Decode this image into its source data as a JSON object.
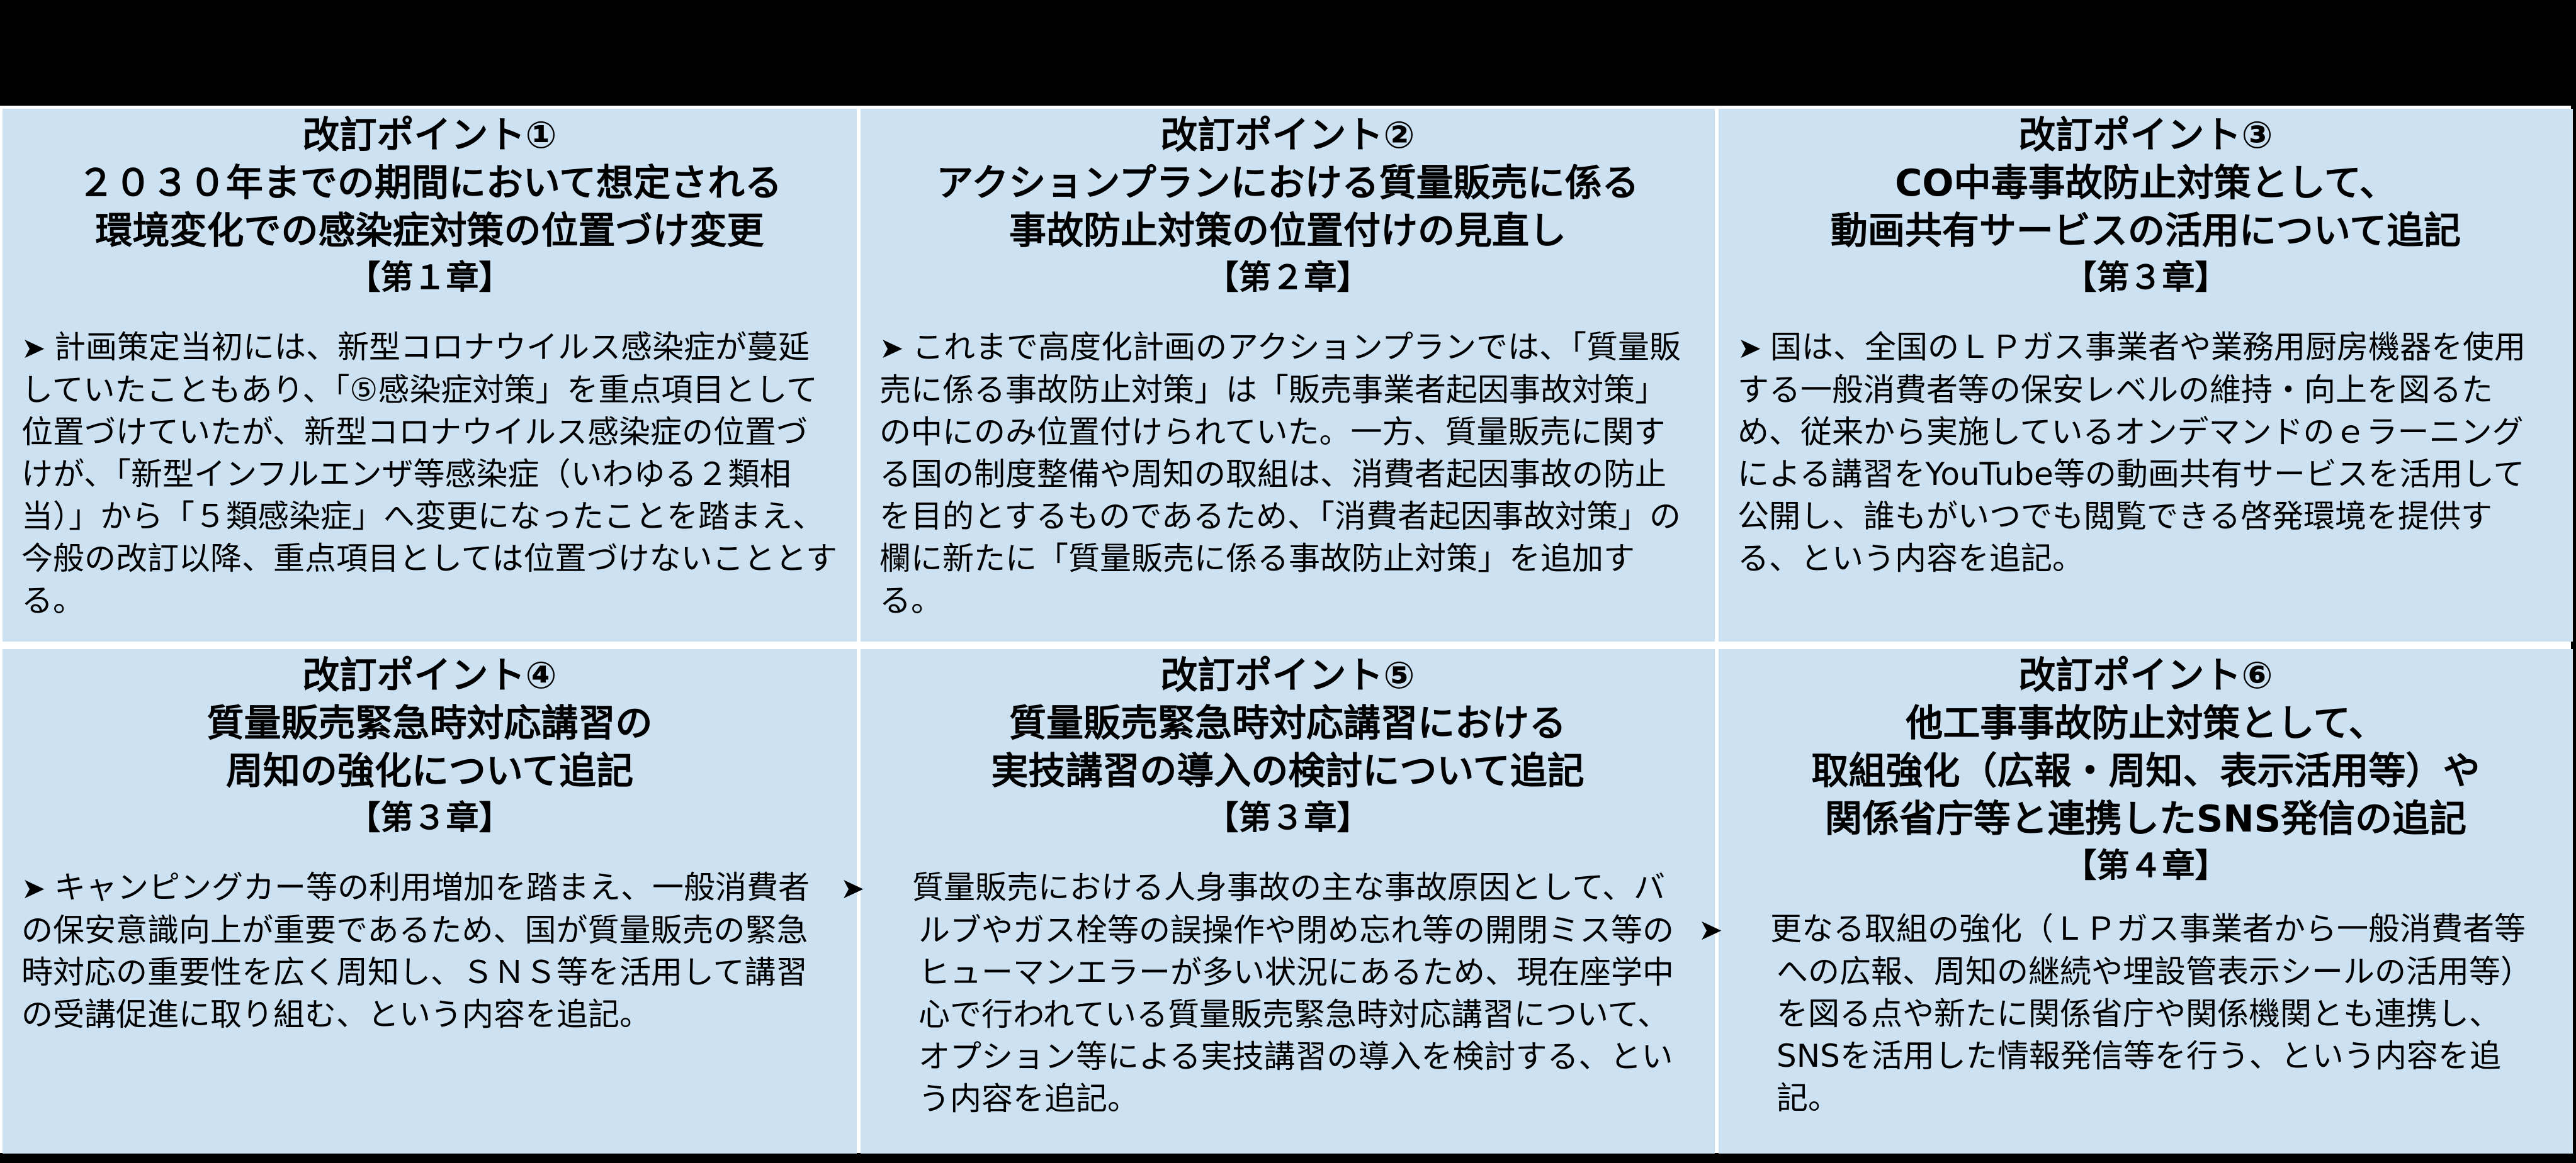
{
  "bullet_glyph": "➤",
  "points": [
    {
      "title": "改訂ポイント①",
      "subtitle_lines": [
        "２０３０年までの期間において想定される",
        "環境変化での感染症対策の位置づけ変更"
      ],
      "chapter": "【第１章】",
      "body": "計画策定当初には、新型コロナウイルス感染症が蔓延していたこともあり、「⑤感染症対策」を重点項目として位置づけていたが、新型コロナウイルス感染症の位置づけが、「新型インフルエンザ等感染症（いわゆる２類相当）」から「５類感染症」へ変更になったことを踏まえ、今般の改訂以降、重点項目としては位置づけないこととする。"
    },
    {
      "title": "改訂ポイント②",
      "subtitle_lines": [
        "アクションプランにおける質量販売に係る",
        "事故防止対策の位置付けの見直し"
      ],
      "chapter": "【第２章】",
      "body": "これまで高度化計画のアクションプランでは、「質量販売に係る事故防止対策」は「販売事業者起因事故対策」の中にのみ位置付けられていた。一方、質量販売に関する国の制度整備や周知の取組は、消費者起因事故の防止を目的とするものであるため、「消費者起因事故対策」の欄に新たに「質量販売に係る事故防止対策」を追加する。"
    },
    {
      "title": "改訂ポイント③",
      "subtitle_lines": [
        "CO中毒事故防止対策として、",
        "動画共有サービスの活用について追記"
      ],
      "chapter": "【第３章】",
      "body": "国は、全国のＬＰガス事業者や業務用厨房機器を使用する一般消費者等の保安レベルの維持・向上を図るため、従来から実施しているオンデマンドのｅラーニングによる講習をYouTube等の動画共有サービスを活用して公開し、誰もがいつでも閲覧できる啓発環境を提供する、という内容を追記。"
    },
    {
      "title": "改訂ポイント④",
      "subtitle_lines": [
        "質量販売緊急時対応講習の",
        "周知の強化について追記"
      ],
      "chapter": "【第３章】",
      "body": "キャンピングカー等の利用増加を踏まえ、一般消費者の保安意識向上が重要であるため、国が質量販売の緊急時対応の重要性を広く周知し、ＳＮＳ等を活用して講習の受講促進に取り組む、という内容を追記。"
    },
    {
      "title": "改訂ポイント⑤",
      "subtitle_lines": [
        "質量販売緊急時対応講習における",
        "実技講習の導入の検討について追記"
      ],
      "chapter": "【第３章】",
      "body": "質量販売における人身事故の主な事故原因として、バルブやガス栓等の誤操作や閉め忘れ等の開閉ミス等のヒューマンエラーが多い状況にあるため、現在座学中心で行われている質量販売緊急時対応講習について、オプション等による実技講習の導入を検討する、という内容を追記。"
    },
    {
      "title": "改訂ポイント⑥",
      "subtitle_lines": [
        "他工事事故防止対策として、",
        "取組強化（広報・周知、表示活用等）や",
        "関係省庁等と連携したSNS発信の追記"
      ],
      "chapter": "【第４章】",
      "body": "更なる取組の強化（ＬＰガス事業者から一般消費者等への広報、周知の継続や埋設管表示シールの活用等）を図る点や新たに関係省庁や関係機関とも連携し、SNSを活用した情報発信等を行う、という内容を追記。"
    }
  ],
  "colors": {
    "cell_bg": "#CCE2F2",
    "frame": "#000000",
    "divider": "#FFFFFF"
  }
}
